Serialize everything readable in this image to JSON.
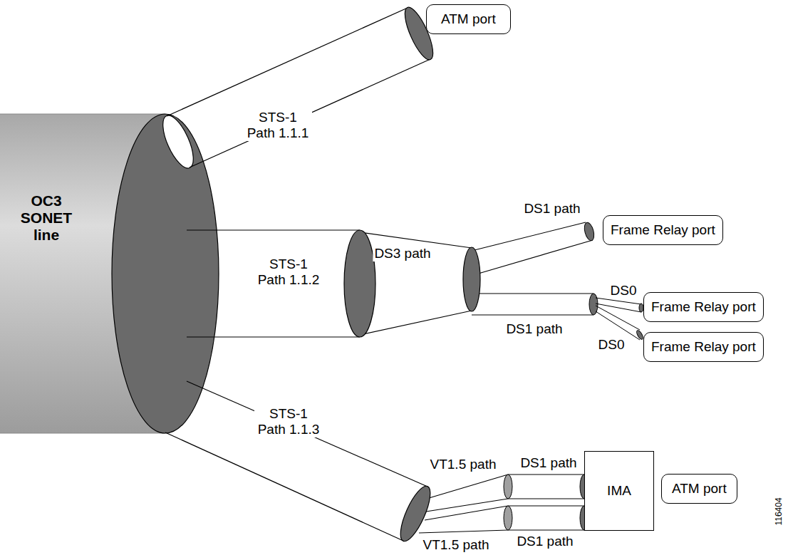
{
  "diagram": {
    "nodes": [
      {
        "text": [
          "OC3 SONET line"
        ]
      },
      {
        "text": [
          "ATM port"
        ]
      },
      {
        "text": [
          "Frame Relay port"
        ]
      },
      {
        "text": [
          "Frame Relay port"
        ]
      },
      {
        "text": [
          "Frame Relay port"
        ]
      },
      {
        "text": [
          "IMA"
        ]
      },
      {
        "text": [
          "ATM port"
        ]
      }
    ],
    "labels": [
      "STS-1 Path 1.1.1",
      "STS-1 Path 1.1.2",
      "DS3 path",
      "DS1 path",
      "DS0",
      "DS0",
      "DS1 path",
      "STS-1 Path 1.1.3",
      "VT1.5 path",
      "DS1 path",
      "VT1.5 path",
      "DS1 path",
      "116404"
    ]
  }
}
